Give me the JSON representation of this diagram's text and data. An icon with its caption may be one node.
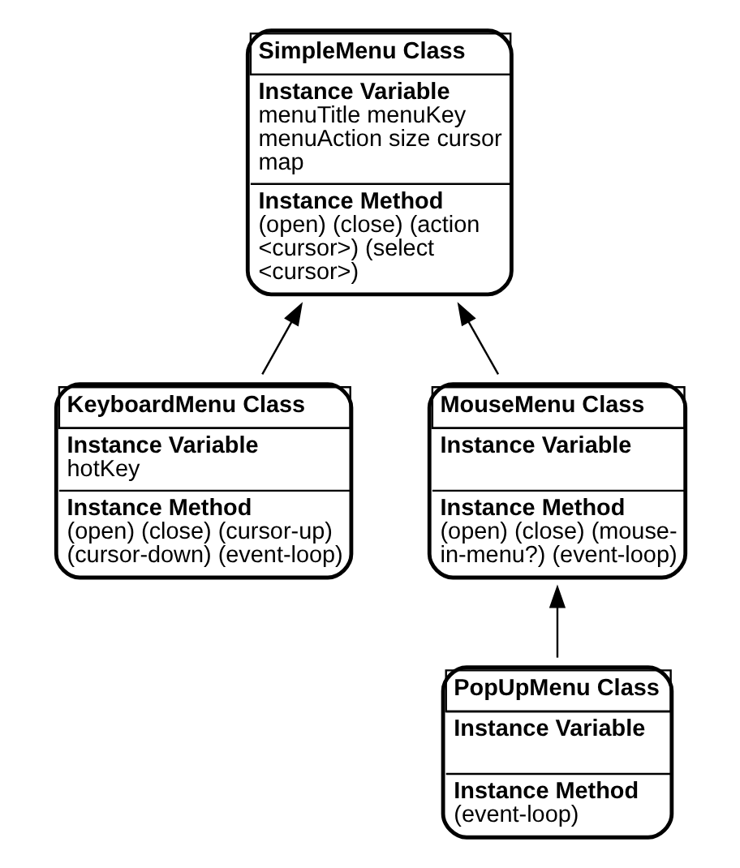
{
  "diagram": {
    "nodes": [
      {
        "text": [
          "SimpleMenu Class",
          "Instance Variable",
          "menuTitle menuKey menuAction size cursor map",
          "Instance Method",
          "(open) (close) (action <cursor>) (select <cursor>)"
        ]
      },
      {
        "text": [
          "KeyboardMenu Class",
          "Instance Variable",
          "hotKey",
          "Instance Method",
          "(open) (close) (cursor-up) (cursor-down) (event-loop)"
        ]
      },
      {
        "text": [
          "MouseMenu Class",
          "Instance Variable",
          "Instance Method",
          "(open) (close) (mouse-in-menu?) (event-loop)"
        ]
      },
      {
        "text": [
          "PopUpMenu Class",
          "Instance Variable",
          "Instance Method",
          "(event-loop)"
        ]
      }
    ],
    "edges": [
      {
        "from": 1,
        "to": 0,
        "arrow": "to"
      },
      {
        "from": 2,
        "to": 0,
        "arrow": "to"
      },
      {
        "from": 3,
        "to": 2,
        "arrow": "to"
      }
    ]
  }
}
